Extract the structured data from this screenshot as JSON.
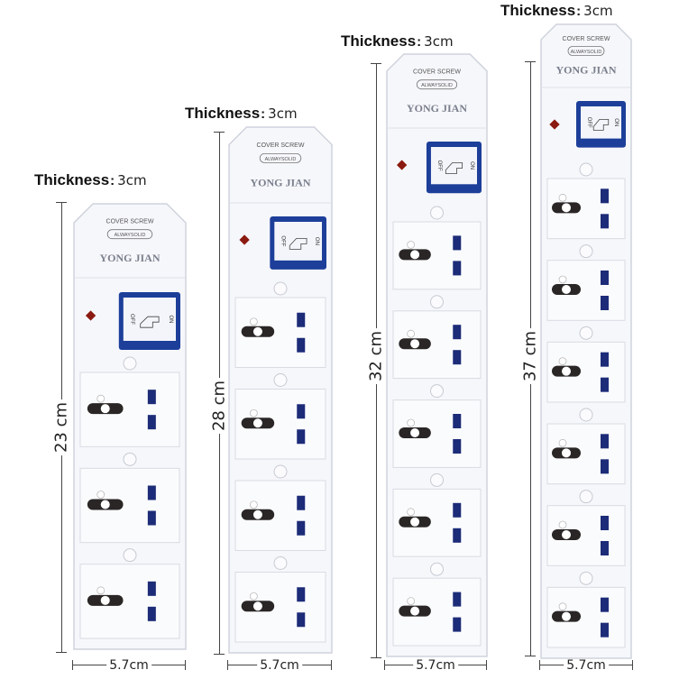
{
  "colors": {
    "body": "#f6f7fb",
    "outline": "#cfd3dc",
    "switch_blue": "#1d3f9a",
    "pin_blue": "#1c2c78",
    "neutral_dark": "#2a2626",
    "indicator": "#8b1a10"
  },
  "products": [
    {
      "thickness_label": "Thickness",
      "thickness_value": "3cm",
      "length": "23 cm",
      "width": "5.7cm",
      "outlets": 3,
      "cover_text": "COVER SCREW",
      "seal_text": "ALWAYSOLID",
      "brand": "YONG JIAN",
      "switch_off": "OFF",
      "switch_on": "ON"
    },
    {
      "thickness_label": "Thickness",
      "thickness_value": "3cm",
      "length": "28 cm",
      "width": "5.7cm",
      "outlets": 4,
      "cover_text": "COVER SCREW",
      "seal_text": "ALWAYSOLID",
      "brand": "YONG JIAN",
      "switch_off": "OFF",
      "switch_on": "ON"
    },
    {
      "thickness_label": "Thickness",
      "thickness_value": "3cm",
      "length": "32 cm",
      "width": "5.7cm",
      "outlets": 5,
      "cover_text": "COVER SCREW",
      "seal_text": "ALWAYSOLID",
      "brand": "YONG JIAN",
      "switch_off": "OFF",
      "switch_on": "ON"
    },
    {
      "thickness_label": "Thickness",
      "thickness_value": "3cm",
      "length": "37 cm",
      "width": "5.7cm",
      "outlets": 6,
      "cover_text": "COVER SCREW",
      "seal_text": "ALWAYSOLID",
      "brand": "YONG JIAN",
      "switch_off": "OFF",
      "switch_on": "ON"
    }
  ]
}
